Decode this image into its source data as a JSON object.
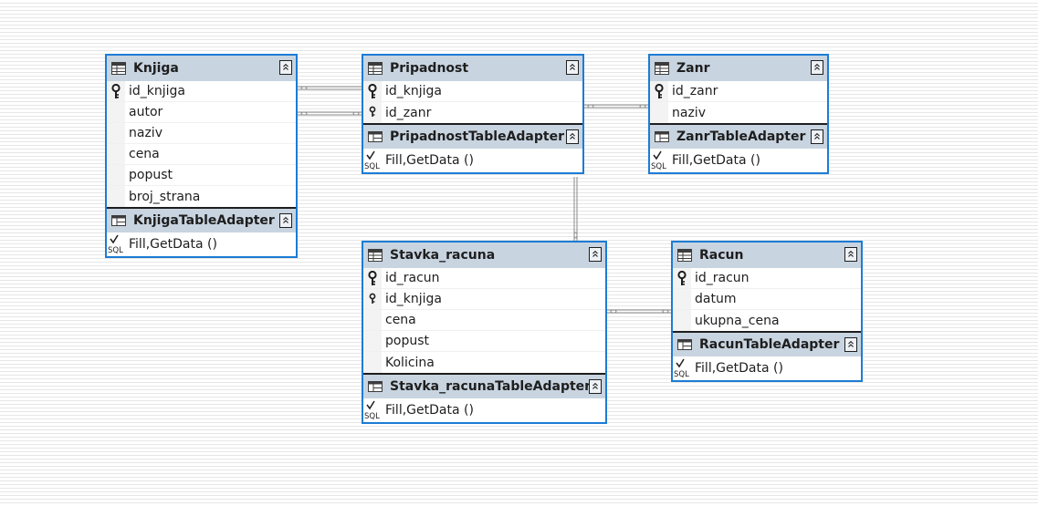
{
  "tables": [
    {
      "id": "knjiga",
      "title": "Knjiga",
      "columns": [
        {
          "name": "id_knjiga",
          "key": "primary"
        },
        {
          "name": "autor",
          "key": "none"
        },
        {
          "name": "naziv",
          "key": "none"
        },
        {
          "name": "cena",
          "key": "none"
        },
        {
          "name": "popust",
          "key": "none"
        },
        {
          "name": "broj_strana",
          "key": "none"
        }
      ],
      "adapter": {
        "title": "KnjigaTableAdapter",
        "query": "Fill,GetData ()"
      }
    },
    {
      "id": "pripadnost",
      "title": "Pripadnost",
      "columns": [
        {
          "name": "id_knjiga",
          "key": "primary"
        },
        {
          "name": "id_zanr",
          "key": "primary-small"
        }
      ],
      "adapter": {
        "title": "PripadnostTableAdapter",
        "query": "Fill,GetData ()"
      }
    },
    {
      "id": "zanr",
      "title": "Zanr",
      "columns": [
        {
          "name": "id_zanr",
          "key": "primary"
        },
        {
          "name": "naziv",
          "key": "none"
        }
      ],
      "adapter": {
        "title": "ZanrTableAdapter",
        "query": "Fill,GetData ()"
      }
    },
    {
      "id": "stavka_racuna",
      "title": "Stavka_racuna",
      "columns": [
        {
          "name": "id_racun",
          "key": "primary"
        },
        {
          "name": "id_knjiga",
          "key": "primary-small"
        },
        {
          "name": "cena",
          "key": "none"
        },
        {
          "name": "popust",
          "key": "none"
        },
        {
          "name": "Kolicina",
          "key": "none"
        }
      ],
      "adapter": {
        "title": "Stavka_racunaTableAdapter",
        "query": "Fill,GetData ()"
      }
    },
    {
      "id": "racun",
      "title": "Racun",
      "columns": [
        {
          "name": "id_racun",
          "key": "primary"
        },
        {
          "name": "datum",
          "key": "none"
        },
        {
          "name": "ukupna_cena",
          "key": "none"
        }
      ],
      "adapter": {
        "title": "RacunTableAdapter",
        "query": "Fill,GetData ()"
      }
    }
  ],
  "relations": [
    {
      "from": "knjiga.id_knjiga",
      "to": "pripadnost.id_knjiga"
    },
    {
      "from": "knjiga.autor",
      "to": "pripadnost.id_zanr"
    },
    {
      "from": "pripadnost",
      "to": "zanr"
    },
    {
      "from": "pripadnost",
      "to": "stavka_racuna"
    },
    {
      "from": "stavka_racuna",
      "to": "racun"
    }
  ],
  "colors": {
    "table_border": "#1c7cd5",
    "header_bg": "#c8d4e0",
    "relation_line": "#8a8a8a"
  }
}
